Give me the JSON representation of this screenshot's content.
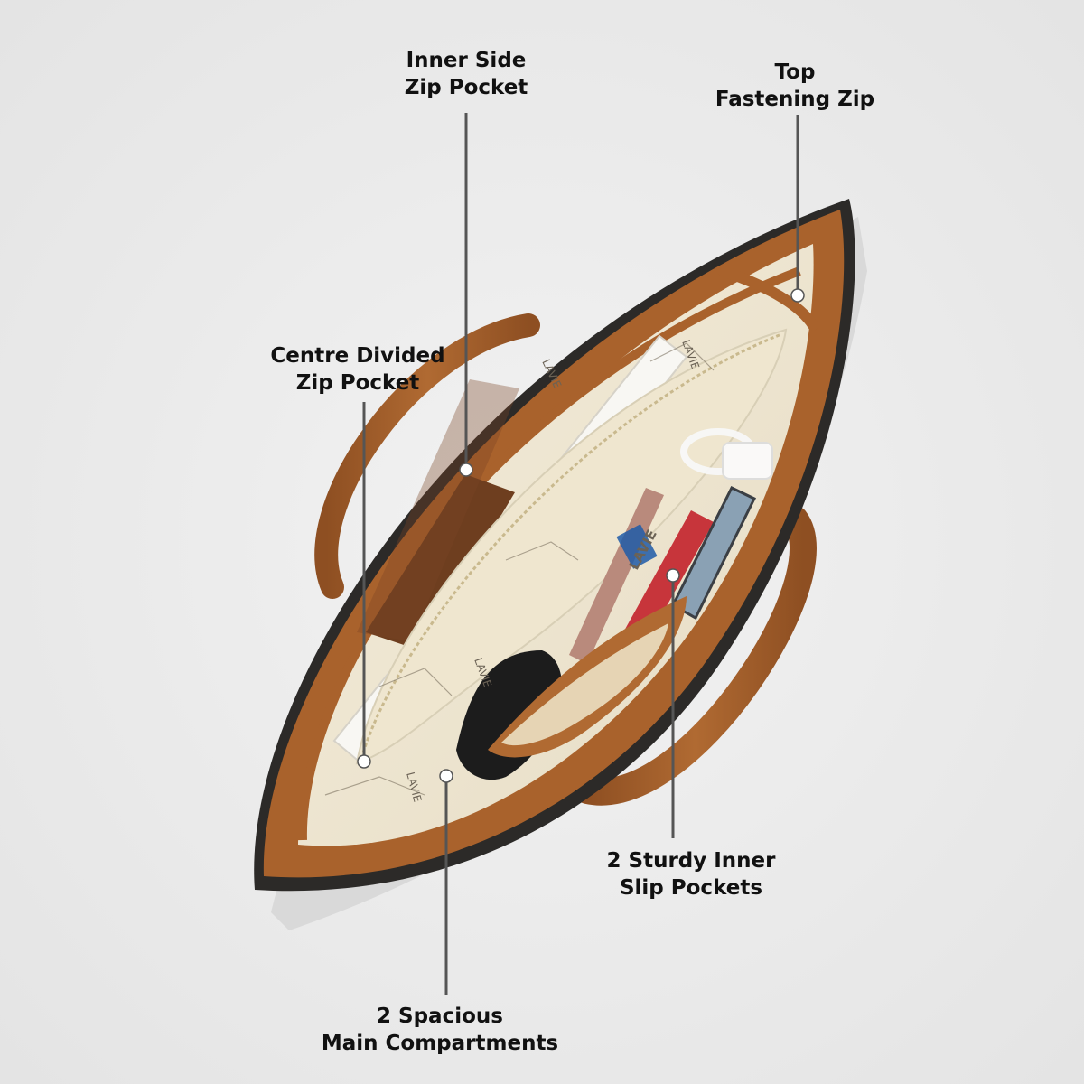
{
  "image": {
    "subject": "handbag",
    "background_color": "#ebebeb",
    "colors": {
      "bag_body": "#e8e3d8",
      "bag_trim": "#a9622c",
      "bag_edge": "#2c2a28",
      "lining": "#eee6d2",
      "leader_line": "#555555",
      "label_text": "#111111",
      "marker_dot": "#ffffff"
    }
  },
  "callouts": [
    {
      "id": "inner-side-zip-pocket",
      "lines": [
        "Inner Side",
        "Zip Pocket"
      ]
    },
    {
      "id": "top-fastening-zip",
      "lines": [
        "Top",
        "Fastening Zip"
      ]
    },
    {
      "id": "centre-divided-zip-pocket",
      "lines": [
        "Centre Divided",
        "Zip Pocket"
      ]
    },
    {
      "id": "sturdy-inner-slip-pockets",
      "lines": [
        "2 Sturdy Inner",
        "Slip Pockets"
      ]
    },
    {
      "id": "spacious-main-compartments",
      "lines": [
        "2 Spacious",
        "Main Compartments"
      ]
    }
  ],
  "brand_prints": [
    "LAVIE",
    "LAVIE",
    "LAVIE",
    "LAVIE",
    "LAVIE"
  ]
}
